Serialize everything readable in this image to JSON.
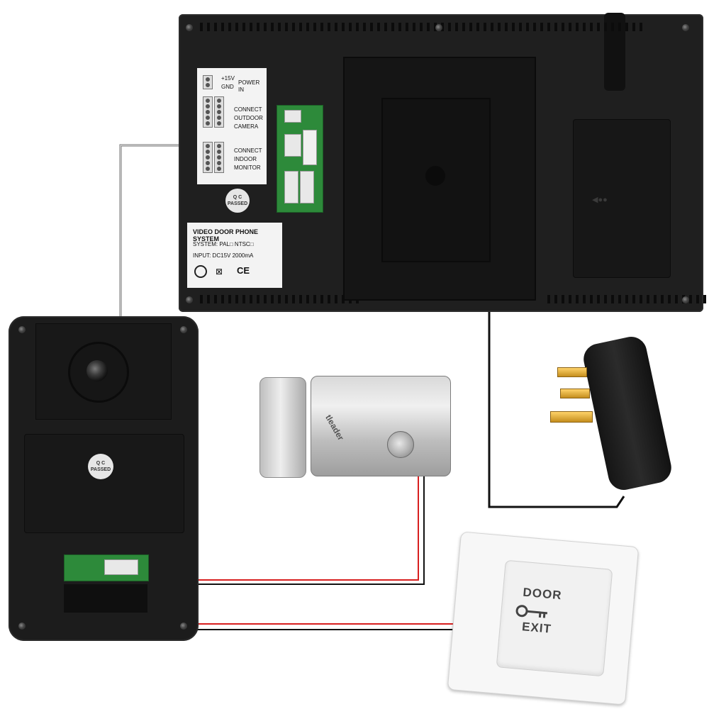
{
  "monitor": {
    "terminal_labels": {
      "power_in_v": "+15V",
      "power_in_gnd": "GND",
      "power_in": "POWER IN",
      "outdoor_1": "CONNECT",
      "outdoor_2": "OUTDOOR",
      "outdoor_3": "CAMERA",
      "indoor_1": "CONNECT",
      "indoor_2": "INDOOR",
      "indoor_3": "MONITOR"
    },
    "qc_line1": "Q C",
    "qc_line2": "PASSED",
    "spec": {
      "title": "VIDEO DOOR PHONE SYSTEM",
      "system": "SYSTEM:  PAL□   NTSC□",
      "input": "INPUT: DC15V 2000mA",
      "cert": "CE"
    },
    "battery_arrow": "◀●●"
  },
  "camera": {
    "qc_line1": "Q C",
    "qc_line2": "PASSED"
  },
  "lock": {
    "brand": "tleader"
  },
  "exit_button": {
    "line1": "DOOR",
    "line2": "EXIT"
  },
  "colors": {
    "wire_red": "#d81f1f",
    "wire_black": "#111111",
    "wire_gray": "#6f6f6f",
    "device_black": "#1f1f1f"
  }
}
